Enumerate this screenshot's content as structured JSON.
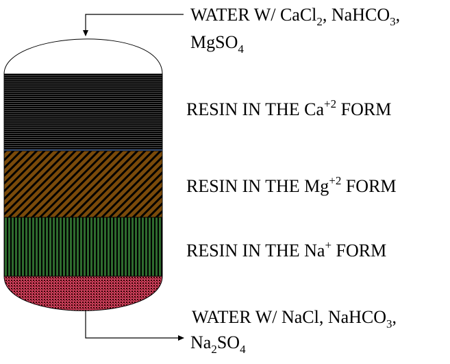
{
  "inlet": {
    "line1": {
      "prefix": "WATER  W/ CaCl",
      "sub1": "2",
      "mid": ", NaHCO",
      "sub2": "3",
      "end": ","
    },
    "line2": {
      "base": "MgSO",
      "sub": "4"
    }
  },
  "layers": [
    {
      "pre": "RESIN IN THE Ca",
      "sup": "+2",
      "post": " FORM",
      "color": "#000000"
    },
    {
      "pre": "RESIN IN THE Mg",
      "sup": "+2",
      "post": " FORM",
      "color": "#7a4a0a"
    },
    {
      "pre": "RESIN IN THE Na",
      "sup": "+",
      "post": " FORM",
      "color": "#1f5a1f"
    }
  ],
  "bottom_color": "#c0405a",
  "outlet": {
    "line1": {
      "prefix": "WATER  W/ NaCl, NaHCO",
      "sub": "3",
      "end": ","
    },
    "line2": {
      "base": "Na",
      "sub1": "2",
      "mid": "SO",
      "sub2": "4"
    }
  }
}
